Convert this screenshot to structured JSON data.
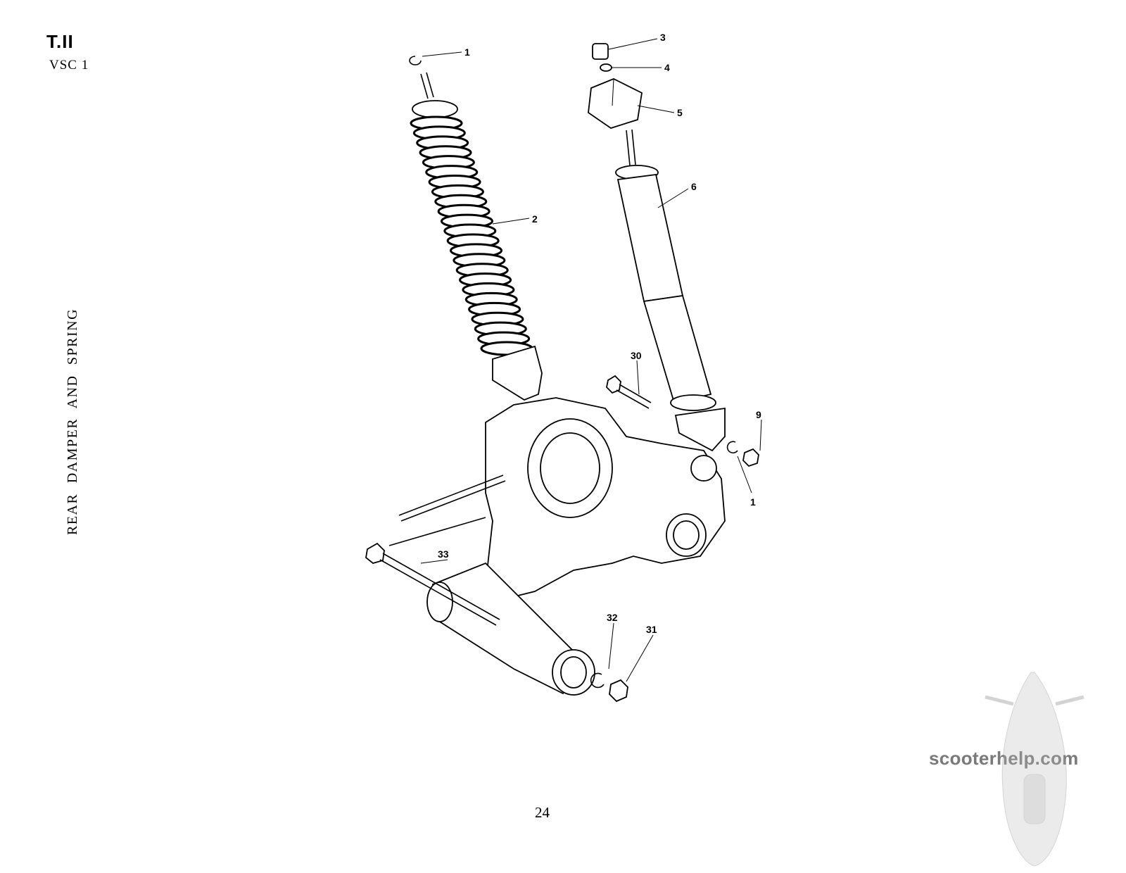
{
  "header": {
    "plate": "T.II",
    "code": "VSC 1"
  },
  "title": "REAR DAMPER AND SPRING",
  "page_number": "24",
  "watermark": "scooterhelp.com",
  "callouts": [
    {
      "id": "c1a",
      "label": "1"
    },
    {
      "id": "c2",
      "label": "2"
    },
    {
      "id": "c3",
      "label": "3"
    },
    {
      "id": "c4",
      "label": "4"
    },
    {
      "id": "c5",
      "label": "5"
    },
    {
      "id": "c6",
      "label": "6"
    },
    {
      "id": "c30",
      "label": "30"
    },
    {
      "id": "c9",
      "label": "9"
    },
    {
      "id": "c1b",
      "label": "1"
    },
    {
      "id": "c33",
      "label": "33"
    },
    {
      "id": "c32",
      "label": "32"
    },
    {
      "id": "c31",
      "label": "31"
    }
  ]
}
